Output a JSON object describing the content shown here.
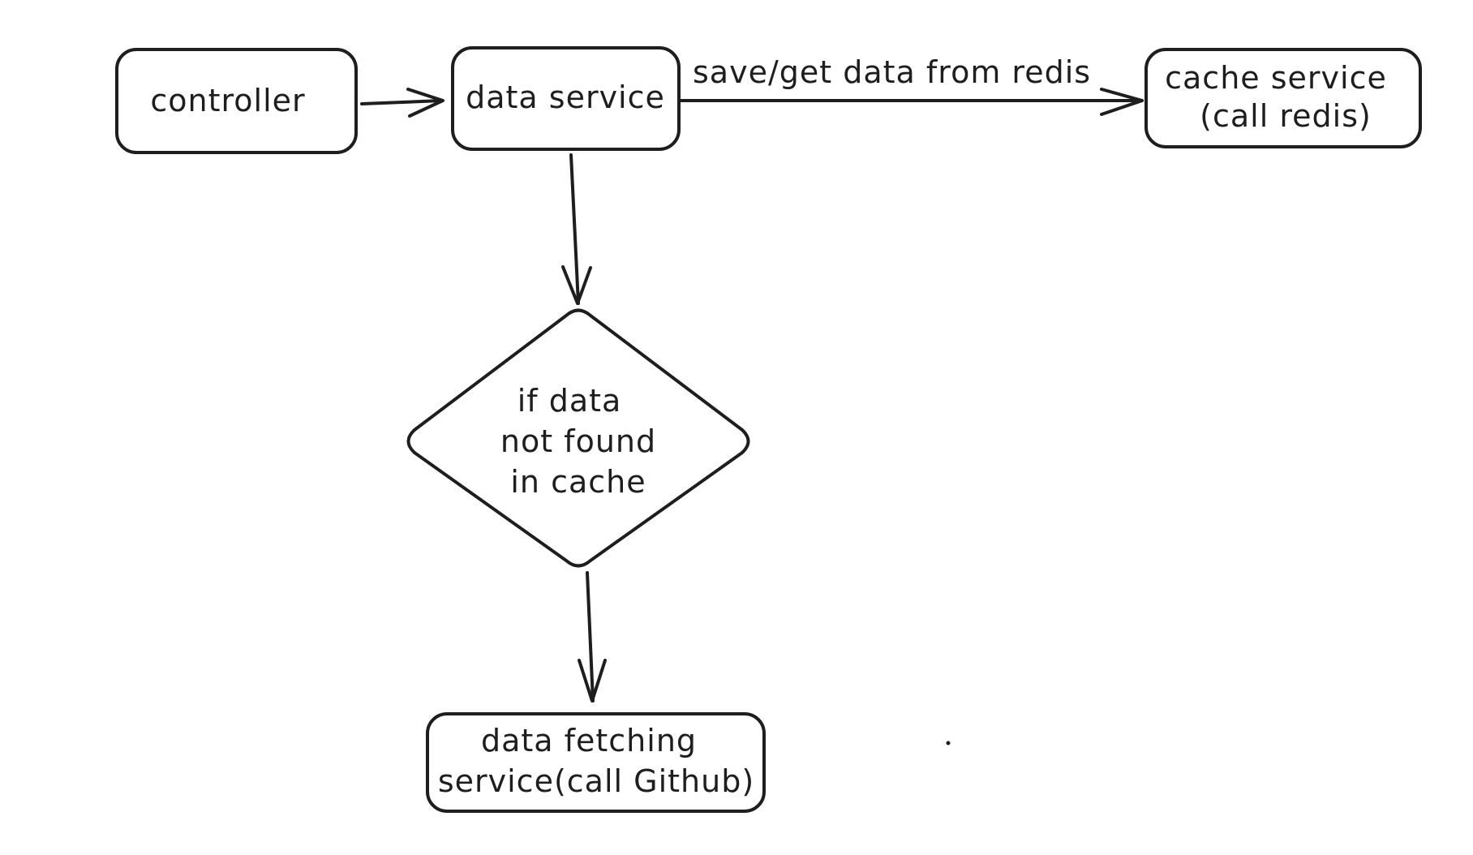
{
  "diagram": {
    "nodes": {
      "controller": {
        "label": "controller"
      },
      "data_service": {
        "label": "data service"
      },
      "cache_service": {
        "line1": "cache service",
        "line2": "(call redis)"
      },
      "decision": {
        "line1": "if data",
        "line2": "not found",
        "line3": "in cache"
      },
      "fetching_service": {
        "line1": "data fetching",
        "line2": "service(call Github)"
      }
    },
    "edges": {
      "data_to_cache": {
        "label": "save/get data from redis"
      }
    },
    "colors": {
      "stroke": "#1e1e1e",
      "background": "#ffffff"
    }
  }
}
